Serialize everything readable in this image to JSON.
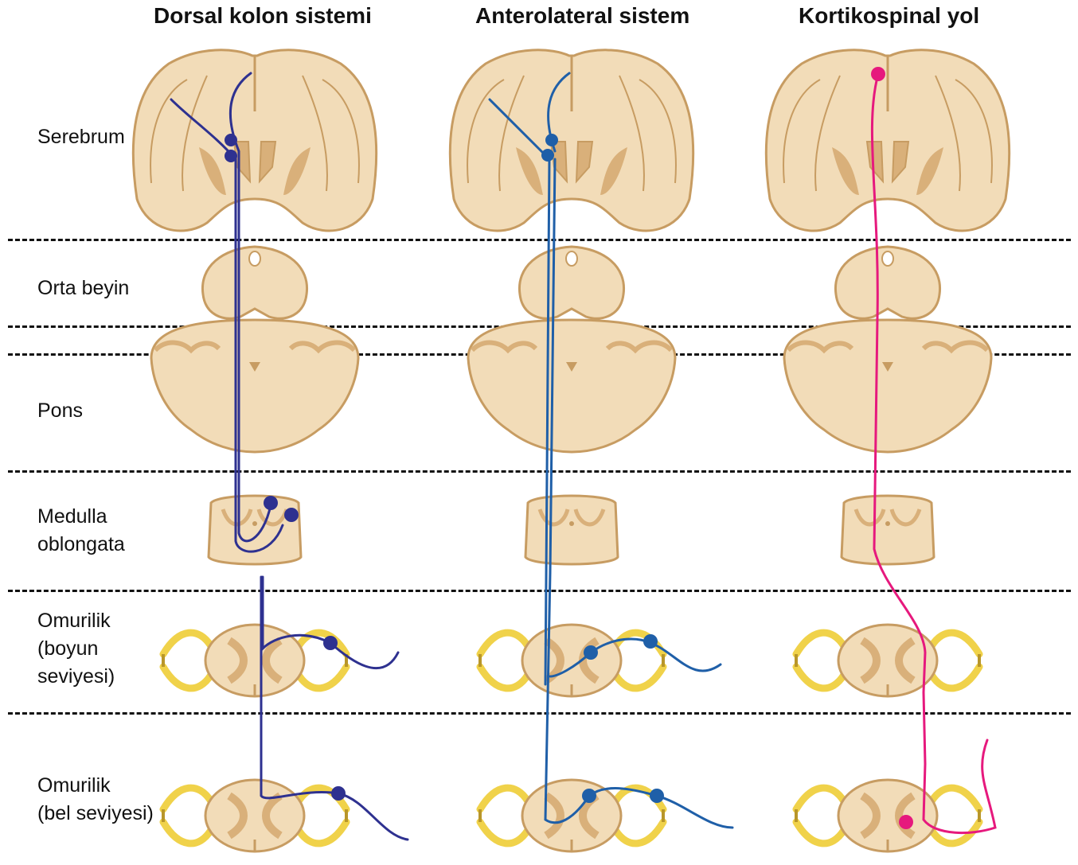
{
  "columns": [
    {
      "title": "Dorsal kolon sistemi",
      "pathway_color": "#2e3190"
    },
    {
      "title": "Anterolateral sistem",
      "pathway_color": "#1f5fa8"
    },
    {
      "title": "Kortikospinal yol",
      "pathway_color": "#e6197d"
    }
  ],
  "levels": [
    {
      "lines": [
        "Serebrum"
      ]
    },
    {
      "lines": [
        "Orta beyin"
      ]
    },
    {
      "lines": [
        "Pons"
      ]
    },
    {
      "lines": [
        "Medulla",
        "oblongata"
      ]
    },
    {
      "lines": [
        "Omurilik",
        "(boyun",
        "seviyesi)"
      ]
    },
    {
      "lines": [
        "Omurilik",
        "(bel seviyesi)"
      ]
    }
  ],
  "colors": {
    "tissue": "#f2dcb8",
    "tissue_edge": "#c79c62",
    "gray_matter": "#d9b07a",
    "nerve": "#f0d24a",
    "nerve_edge": "#b8962a",
    "divider": "#111111"
  }
}
